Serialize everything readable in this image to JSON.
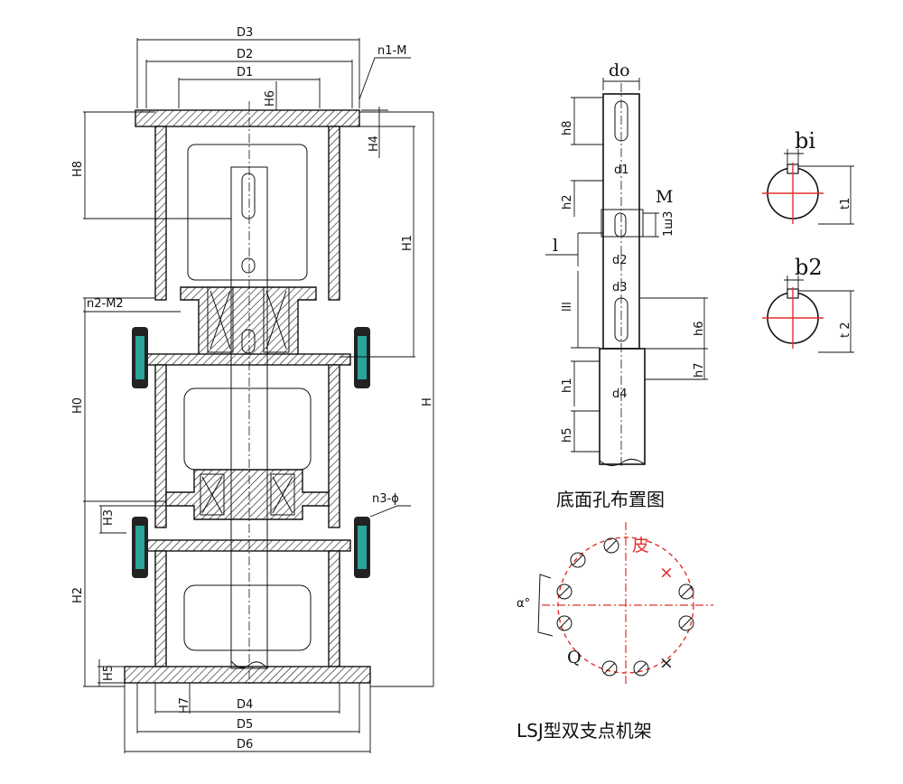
{
  "main_view": {
    "top_dims": [
      "D3",
      "D2",
      "D1",
      "H6"
    ],
    "top_bolt": "n1-M",
    "left_dims": [
      "H8",
      "H0",
      "H2",
      "H5"
    ],
    "right_dims": [
      "H1",
      "H4",
      "H"
    ],
    "flange_bolt_upper": "n2-M2",
    "flange_bolt_lower": "n3-ϕ",
    "inner_dims": [
      "H3",
      "H7"
    ],
    "bottom_dims": [
      "D4",
      "D5",
      "D6"
    ]
  },
  "shaft_view": {
    "labels": [
      "do",
      "h8",
      "d1",
      "h2",
      "M",
      "1ш3",
      "l",
      "d2",
      "d3",
      "lll",
      "h6",
      "h7",
      "h1",
      "d4",
      "h5"
    ]
  },
  "section_views": {
    "upper_width": "bi",
    "upper_height": "t1",
    "lower_width": "b2",
    "lower_height": "t 2"
  },
  "hole_layout": {
    "title": "底面孔布置图",
    "label_top": "皮",
    "label_angle": "α°",
    "label_q": "Q",
    "label_x": "×"
  },
  "figure_caption": "LSJ型双支点机架",
  "colors": {
    "line": "#111111",
    "accent": "#e0302a",
    "bolt_fill": "#2aa39a"
  }
}
